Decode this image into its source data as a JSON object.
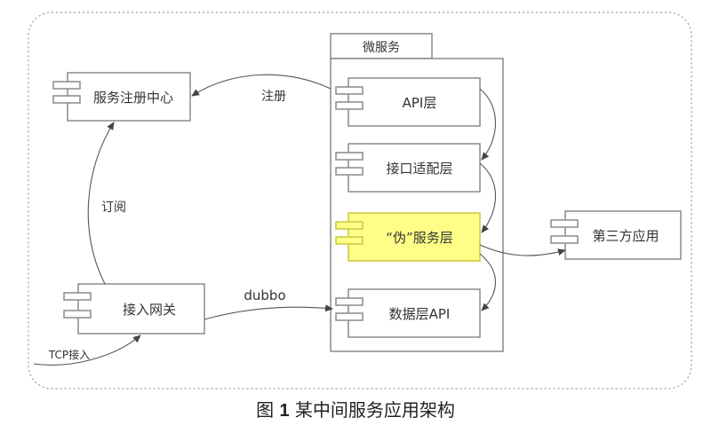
{
  "diagram": {
    "container_title": "微服务",
    "components": {
      "registry": "服务注册中心",
      "gateway": "接入网关",
      "api": "API层",
      "adapter": "接口适配层",
      "pseudo": "“伪”服务层",
      "data_api": "数据层API",
      "third_party": "第三方应用"
    },
    "edges": {
      "register": "注册",
      "subscribe": "订阅",
      "dubbo": "dubbo",
      "tcp": "TCP接入"
    },
    "colors": {
      "stroke": "#8a8a8a",
      "box_fill": "#ffffff",
      "highlight_fill": "#ffff88",
      "highlight_stroke": "#c8c840",
      "text": "#333333"
    }
  },
  "caption": {
    "prefix": "图",
    "number": "1",
    "text": "某中间服务应用架构"
  }
}
